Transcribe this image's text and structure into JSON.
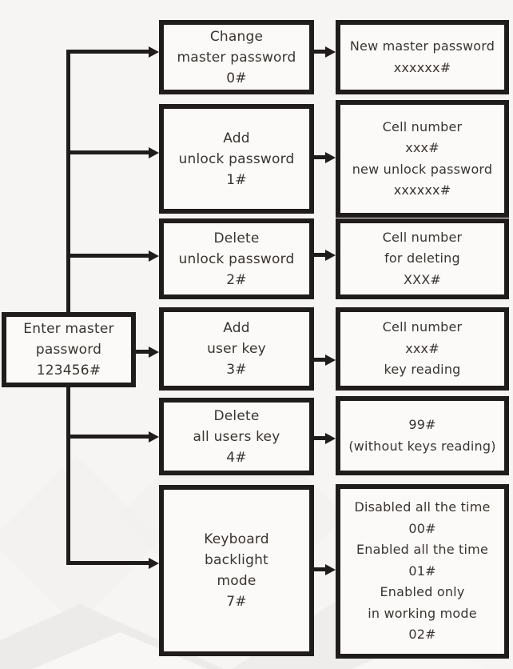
{
  "colors": {
    "line": "#201c1b",
    "text": "#3a3430",
    "background": "#f6f5f3",
    "box_fill": "#fbfaf8"
  },
  "diagram": {
    "root": {
      "lines": [
        "Enter master",
        "password",
        "123456#"
      ]
    },
    "rows": [
      {
        "menu": [
          "Change",
          "master password",
          "0#"
        ],
        "result": [
          "New master password",
          "xxxxxx#"
        ]
      },
      {
        "menu": [
          "Add",
          "unlock password",
          "1#"
        ],
        "result": [
          "Cell number",
          "xxx#",
          "new unlock password",
          "xxxxxx#"
        ]
      },
      {
        "menu": [
          "Delete",
          "unlock password",
          "2#"
        ],
        "result": [
          "Cell number",
          "for deleting",
          "XXX#"
        ]
      },
      {
        "menu": [
          "Add",
          "user key",
          "3#"
        ],
        "result": [
          "Cell number",
          "xxx#",
          "key reading"
        ]
      },
      {
        "menu": [
          "Delete",
          "all users key",
          "4#"
        ],
        "result": [
          "99#",
          "(without keys reading)"
        ]
      },
      {
        "menu": [
          "Keyboard",
          "backlight",
          "mode",
          "7#"
        ],
        "result": [
          "Disabled all the time",
          "00#",
          "Enabled all the time",
          "01#",
          "Enabled only",
          "in working mode",
          "02#"
        ]
      }
    ]
  }
}
